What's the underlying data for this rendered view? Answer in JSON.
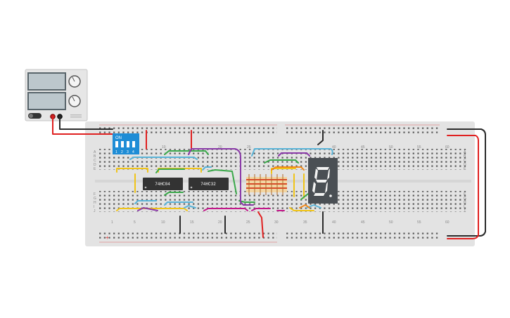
{
  "power_supply": {
    "colors": {
      "body": "#e6e6e6",
      "display": "#bcc7cc",
      "knob": "#f4f4f4"
    }
  },
  "dip_switch": {
    "label": "ON",
    "switch_numbers": [
      "1",
      "2",
      "3",
      "4"
    ],
    "color": "#1f8dd6"
  },
  "chips": [
    {
      "label": "74HC04"
    },
    {
      "label": "74HC32"
    }
  ],
  "seven_segment": {
    "digit_shown": "8",
    "colors": {
      "body": "#4a4f54",
      "segment_off": "#8a8f94",
      "segment_on": "#f2f2f2"
    }
  },
  "breadboard": {
    "row_letters_top": [
      "A",
      "B",
      "C",
      "D",
      "E"
    ],
    "row_letters_bottom": [
      "F",
      "G",
      "H",
      "I",
      "J"
    ],
    "column_numbers_top": [
      "10",
      "20",
      "25",
      "40",
      "45",
      "50",
      "55",
      "60"
    ],
    "column_numbers_bottom": [
      "1",
      "5",
      "10",
      "15",
      "20",
      "25",
      "30",
      "35",
      "40",
      "45",
      "50",
      "55",
      "60"
    ],
    "power_rail_symbol": "+",
    "colors": {
      "board": "#e3e3e3",
      "hole": "#555555",
      "rail_red": "#d33",
      "rail_dark": "#333"
    }
  },
  "wire_colors": {
    "red": "#e02020",
    "black": "#2b2b2b",
    "yellow": "#f0c419",
    "blue": "#5ab4d8",
    "green": "#3aa84a",
    "purple": "#8a3aa8",
    "orange": "#f08a1c",
    "magenta": "#c2188a"
  }
}
